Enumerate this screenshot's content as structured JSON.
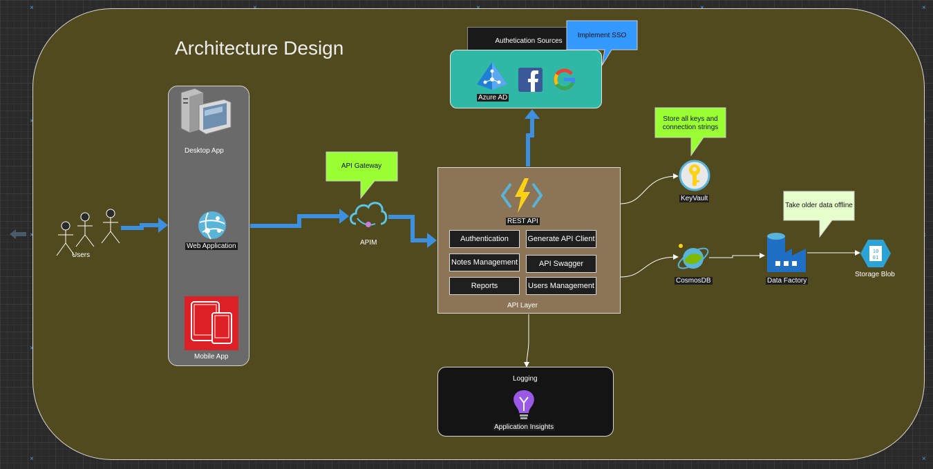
{
  "title": "Architecture Design",
  "users": {
    "label": "Users"
  },
  "clients": {
    "desktop": "Desktop  App",
    "web": "Web Application",
    "mobile": "Mobile App"
  },
  "gateway": {
    "callout": "API Gateway",
    "label": "APIM"
  },
  "auth": {
    "header": "Authetication Sources",
    "sso_callout": "Implement SSO",
    "azure_ad": "Azure AD"
  },
  "api": {
    "rest_label": "REST API",
    "layer_label": "API Layer",
    "modules": [
      "Authentication",
      "Generate API Client",
      "Notes Management",
      "API Swagger",
      "Reports",
      "Users Management"
    ]
  },
  "keyvault": {
    "callout_line1": "Store all keys and",
    "callout_line2": "connection strings",
    "label": "KeyVault"
  },
  "cosmos": {
    "label": "CosmosDB"
  },
  "data_factory": {
    "label": "Data Factory",
    "callout": "Take older data offline"
  },
  "storage": {
    "label": "Storage Blob"
  },
  "logging": {
    "title": "Logging",
    "insights": "Application Insights"
  },
  "colors": {
    "canvas": "#524a1f",
    "arrow_blue": "#3d8fe0",
    "callout_green": "#99ff33",
    "callout_pale": "#e6ffcc",
    "sso_blue": "#3399ff",
    "auth_teal": "#2fb8a5",
    "api_brown": "#8c7556"
  },
  "icons": {
    "desktop": "desktop-computer-icon",
    "web": "web-app-globe-icon",
    "mobile": "mobile-devices-icon",
    "apim": "api-management-cloud-icon",
    "azure_ad": "azure-ad-icon",
    "facebook": "facebook-icon",
    "google": "google-icon",
    "function": "azure-function-lightning-icon",
    "keyvault": "key-vault-icon",
    "cosmos": "cosmos-db-icon",
    "data_factory": "data-factory-icon",
    "storage": "storage-blob-icon",
    "insights": "application-insights-bulb-icon"
  }
}
